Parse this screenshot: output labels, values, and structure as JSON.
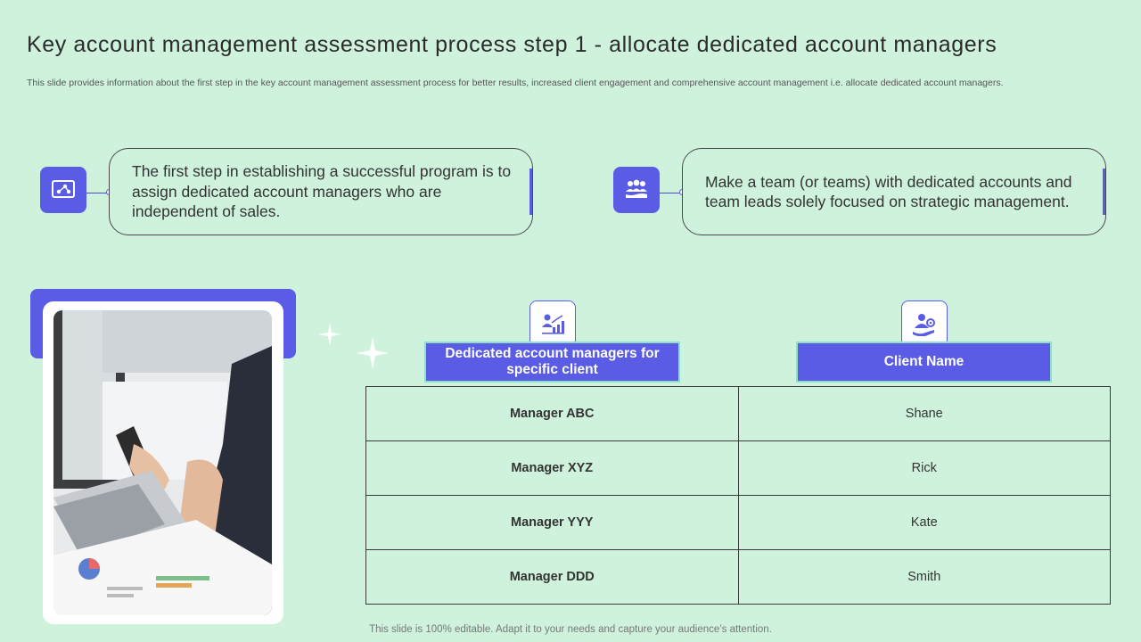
{
  "title": "Key account management assessment process step 1 - allocate dedicated account managers",
  "subtitle": "This slide provides information about the first step in the key account management assessment process for better results, increased client engagement and comprehensive account management i.e. allocate dedicated account managers.",
  "points": [
    {
      "icon": "network-presentation-icon",
      "text": "The first step in establishing a successful program is to assign dedicated account managers who are independent of sales."
    },
    {
      "icon": "team-hands-icon",
      "text": "Make a team (or teams) with dedicated accounts and team leads solely focused on strategic management."
    }
  ],
  "table": {
    "headers": [
      "Dedicated account managers for specific client",
      "Client Name"
    ],
    "header_icons": [
      "manager-growth-icon",
      "client-settings-icon"
    ],
    "rows": [
      [
        "Manager ABC",
        "Shane"
      ],
      [
        "Manager XYZ",
        "Rick"
      ],
      [
        "Manager YYY",
        "Kate"
      ],
      [
        "Manager DDD",
        "Smith"
      ]
    ]
  },
  "footer": "This slide is 100% editable. Adapt it to your needs and capture your audience’s attention.",
  "colors": {
    "background": "#cff2dc",
    "accent": "#5a5ce6",
    "header_border": "#8fe0c8"
  }
}
